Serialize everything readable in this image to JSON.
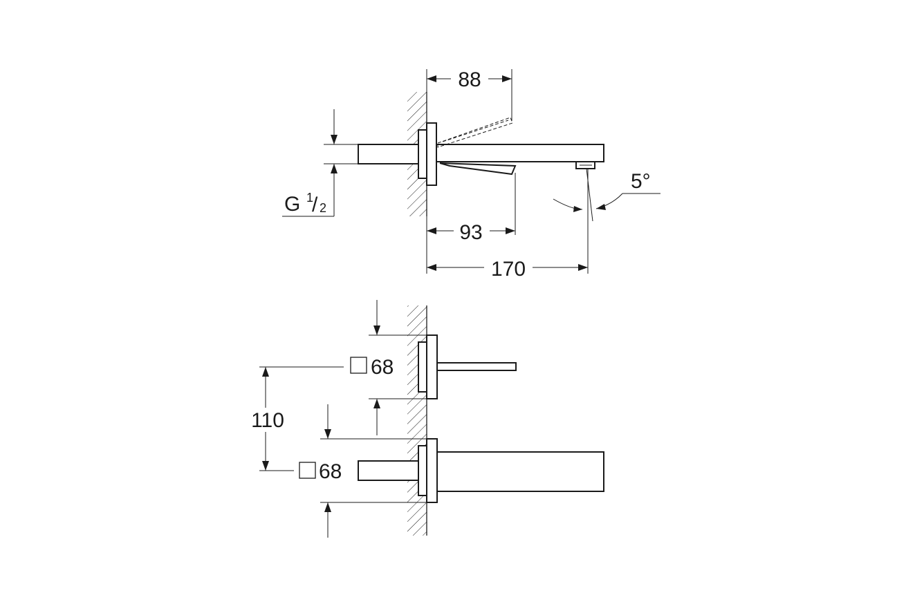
{
  "side_view": {
    "dim_88": "88",
    "dim_93": "93",
    "dim_170": "170",
    "angle": "5°",
    "thread": {
      "prefix": "G",
      "numerator": "1",
      "slash": "/",
      "denominator": "2"
    }
  },
  "front_view": {
    "dim_110": "110",
    "square_upper": "68",
    "square_lower": "68"
  }
}
